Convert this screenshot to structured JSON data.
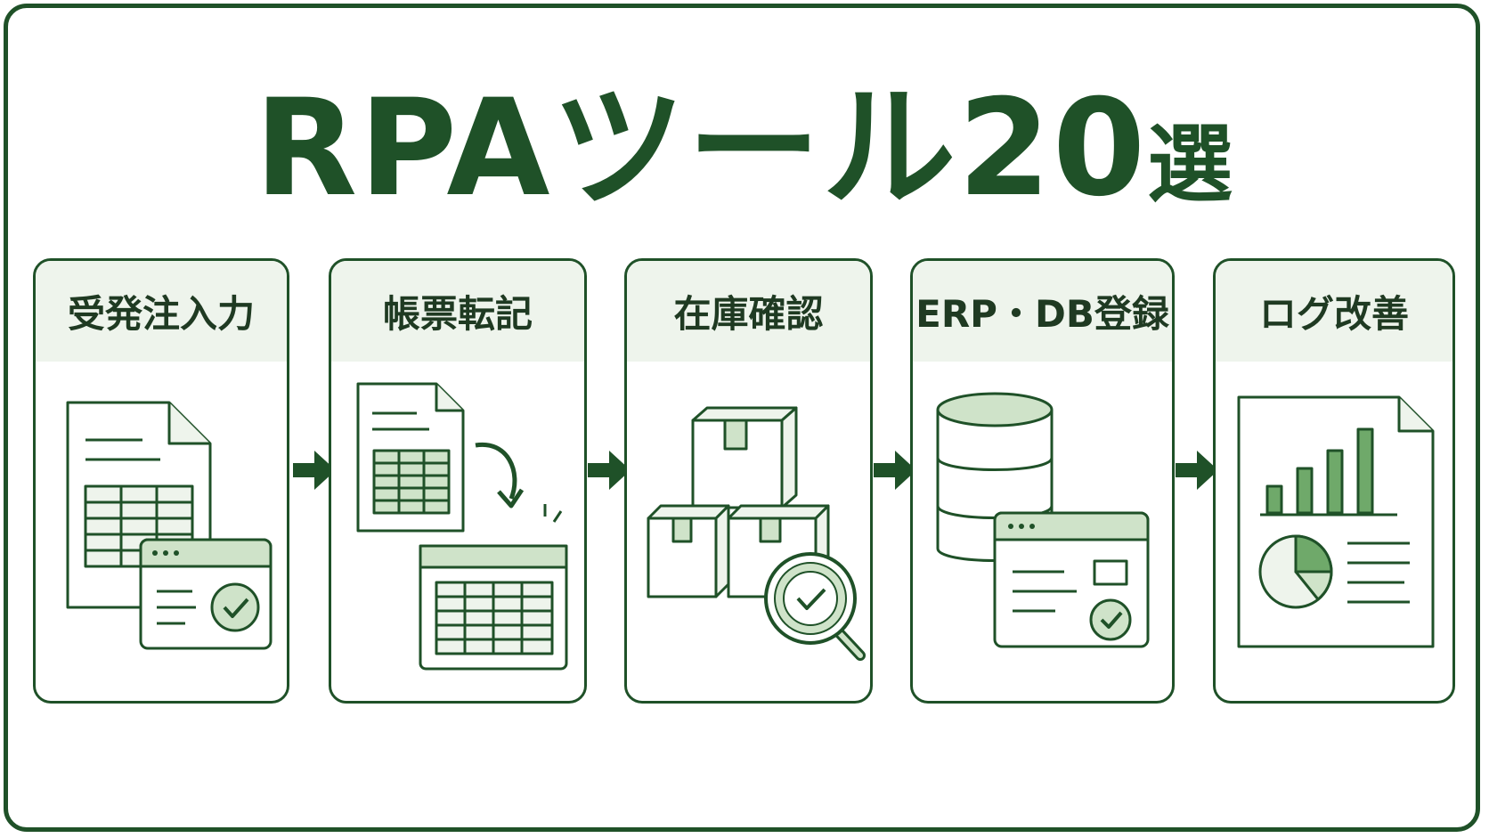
{
  "title": {
    "main": "RPAツール",
    "number": "20",
    "suffix": "選"
  },
  "steps": [
    {
      "label": "受発注入力",
      "icon": "document-table-check-icon"
    },
    {
      "label": "帳票転記",
      "icon": "form-transfer-icon"
    },
    {
      "label": "在庫確認",
      "icon": "boxes-magnifier-icon"
    },
    {
      "label": "ERP・DB登録",
      "icon": "database-window-check-icon"
    },
    {
      "label": "ログ改善",
      "icon": "report-chart-icon"
    }
  ],
  "colors": {
    "dark_green": "#1f5128",
    "mid_green": "#3b7a45",
    "light_green": "#cfe3c9",
    "header_bg": "#eef4ec"
  }
}
